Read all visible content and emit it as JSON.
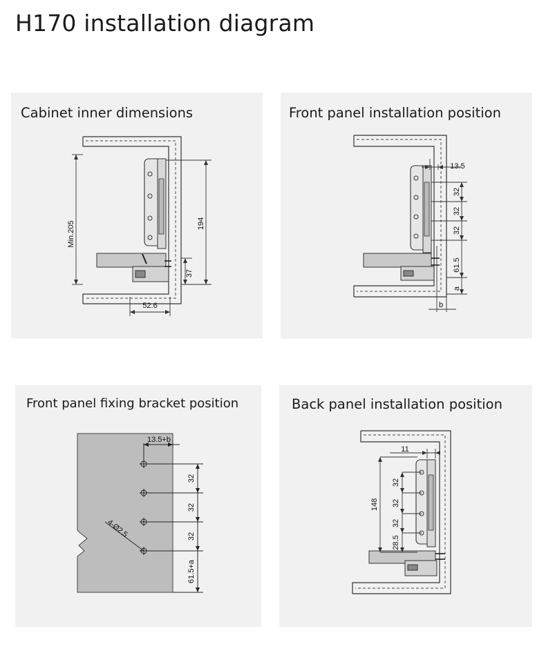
{
  "title": "H170 installation diagram",
  "panels": {
    "cabinet": {
      "title": "Cabinet inner dimensions",
      "dims": {
        "min_height": "Min.205",
        "height_194": "194",
        "height_37": "37",
        "width_52_6": "52.6"
      }
    },
    "front": {
      "title": "Front panel installation position",
      "dims": {
        "offset_13_5": "13.5",
        "pitch1": "32",
        "pitch2": "32",
        "pitch3": "32",
        "bottom_61_5": "61.5",
        "a": "a",
        "b": "b"
      }
    },
    "bracket": {
      "title": "Front panel fixing bracket position",
      "dims": {
        "offset": "13.5+b",
        "pitch1": "32",
        "pitch2": "32",
        "pitch3": "32",
        "bottom": "61.5+a",
        "holes": "4-Ø2.5"
      }
    },
    "back": {
      "title": "Back panel installation position",
      "dims": {
        "offset_11": "11",
        "height_148": "148",
        "pitch1": "32",
        "pitch2": "32",
        "pitch3": "32",
        "bottom_28_5": "28.5"
      }
    }
  }
}
